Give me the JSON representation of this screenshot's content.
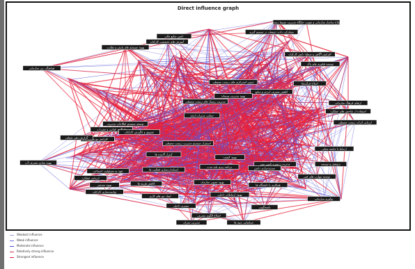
{
  "figure": {
    "title": "Direct influence graph"
  },
  "legend": [
    {
      "label": "Weakest influence",
      "color": "#9aa0d8",
      "width": 0.5
    },
    {
      "label": "Weak influence",
      "color": "#6f6fd8",
      "width": 0.8
    },
    {
      "label": "Moderate influence",
      "color": "#4a4ad0",
      "width": 1
    },
    {
      "label": "Relatively strong influence",
      "color": "#c0304a",
      "width": 1.4
    },
    {
      "label": "Strongest influence",
      "color": "#e0103a",
      "width": 1.8
    }
  ],
  "colors": {
    "weak_edge": "#5a5ad8",
    "strong_edge": "#e8203a",
    "node_fill": "#1a1a1a",
    "node_text": "#ffffff"
  },
  "nodes": [
    {
      "id": "n1",
      "label": "اصلاح ساختار سازمانی و تقویت جایگاه مدیریت محیط زیست"
    },
    {
      "id": "n2",
      "label": "مشارکت دادن ذینفعان در تصمیم گیری"
    },
    {
      "id": "n3",
      "label": "افزایش آگاهی و سطح دانش کارکنان"
    },
    {
      "id": "n4",
      "label": "تامین منابع مالی"
    },
    {
      "id": "n5",
      "label": "آموزش های تخصصی کارکنان"
    },
    {
      "id": "n6",
      "label": "بهبود سیستم های پایش و نظارت"
    },
    {
      "id": "n7",
      "label": "توسعه فناوری های پاک"
    },
    {
      "id": "n8",
      "label": "هماهنگی بین سازمانی"
    },
    {
      "id": "n9",
      "label": "تدوین استراتژی های زیست محیطی"
    },
    {
      "id": "n10",
      "label": "اصلاح فرآیندها"
    },
    {
      "id": "n11",
      "label": "کاهش مصرف انرژی و منابع"
    },
    {
      "id": "n12",
      "label": "بهبود مدیریت پسماند"
    },
    {
      "id": "n13",
      "label": "مدیریت ریسک های زیست محیطی"
    },
    {
      "id": "n14",
      "label": "ارتقای فرهنگ سازمانی"
    },
    {
      "id": "n15",
      "label": "حمایت مدیران ارشد"
    },
    {
      "id": "n16",
      "label": "استفاده از شاخص های عملکرد"
    },
    {
      "id": "n17",
      "label": "توسعه سیستم اطلاعات مدیریت"
    },
    {
      "id": "n18",
      "label": "بازنگری قوانین و مقررات"
    },
    {
      "id": "n19",
      "label": "ارزیابی اثرات زیست محیطی"
    },
    {
      "id": "n20",
      "label": "افزایش بهره وری"
    },
    {
      "id": "n21",
      "label": "گزارش دهی شفاف"
    },
    {
      "id": "n22",
      "label": "تشویق و انگیزش کارکنان"
    },
    {
      "id": "n23",
      "label": "استقرار سیستم مدیریت زیست محیطی"
    },
    {
      "id": "n24",
      "label": "کنترل آلاینده ها"
    },
    {
      "id": "n25",
      "label": "بهبود کیفیت"
    },
    {
      "id": "n26",
      "label": "ارتباط با جامعه محلی"
    },
    {
      "id": "n27",
      "label": "مدیریت زنجیره تامین سبز"
    },
    {
      "id": "n28",
      "label": "پژوهش و توسعه"
    },
    {
      "id": "n29",
      "label": "توسعه مهارت های فنی"
    },
    {
      "id": "n30",
      "label": "بهینه سازی مصرف آب"
    },
    {
      "id": "n31",
      "label": "تعهد به مسئولیت اجتماعی"
    },
    {
      "id": "n32",
      "label": "استانداردسازی فعالیت ها"
    },
    {
      "id": "n33",
      "label": "برنامه ریزی بلند مدت"
    },
    {
      "id": "n34",
      "label": "مستندسازی دانش"
    },
    {
      "id": "n35",
      "label": "ارزیابی عملکرد"
    },
    {
      "id": "n36",
      "label": "کاهش هزینه ها"
    },
    {
      "id": "n37",
      "label": "بهبود تصویر سازمان"
    },
    {
      "id": "n38",
      "label": "همکاری با دانشگاه ها"
    },
    {
      "id": "n39",
      "label": "توانمندسازی کارکنان"
    },
    {
      "id": "n40",
      "label": "ایجاد تیم های کاری"
    },
    {
      "id": "n41",
      "label": "بهبود ارتباطات داخلی"
    },
    {
      "id": "n42",
      "label": "نوآوری سازمانی"
    },
    {
      "id": "n43",
      "label": "ممیزی داخلی"
    },
    {
      "id": "n44",
      "label": "پاسخگویی"
    },
    {
      "id": "n45",
      "label": "اصلاح الگوی مصرف"
    },
    {
      "id": "n46",
      "label": "شناسایی جنبه ها"
    },
    {
      "id": "n47",
      "label": "مدیریت بحران"
    },
    {
      "id": "n48",
      "label": "بهبود مستمر"
    }
  ]
}
